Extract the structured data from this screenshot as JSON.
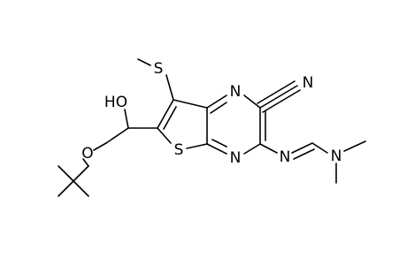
{
  "molecule": {
    "atoms": {
      "nitrile_n": "N",
      "ring_n_top": "N",
      "ring_n_bottom": "N",
      "imine_n": "N",
      "amine_n": "N",
      "thiophene_s": "S",
      "thioether_s": "S",
      "hydroxyl": "HO",
      "ether_o": "O"
    }
  },
  "colors": {
    "bond": "#000000",
    "label": "#000000",
    "background": "#ffffff"
  }
}
